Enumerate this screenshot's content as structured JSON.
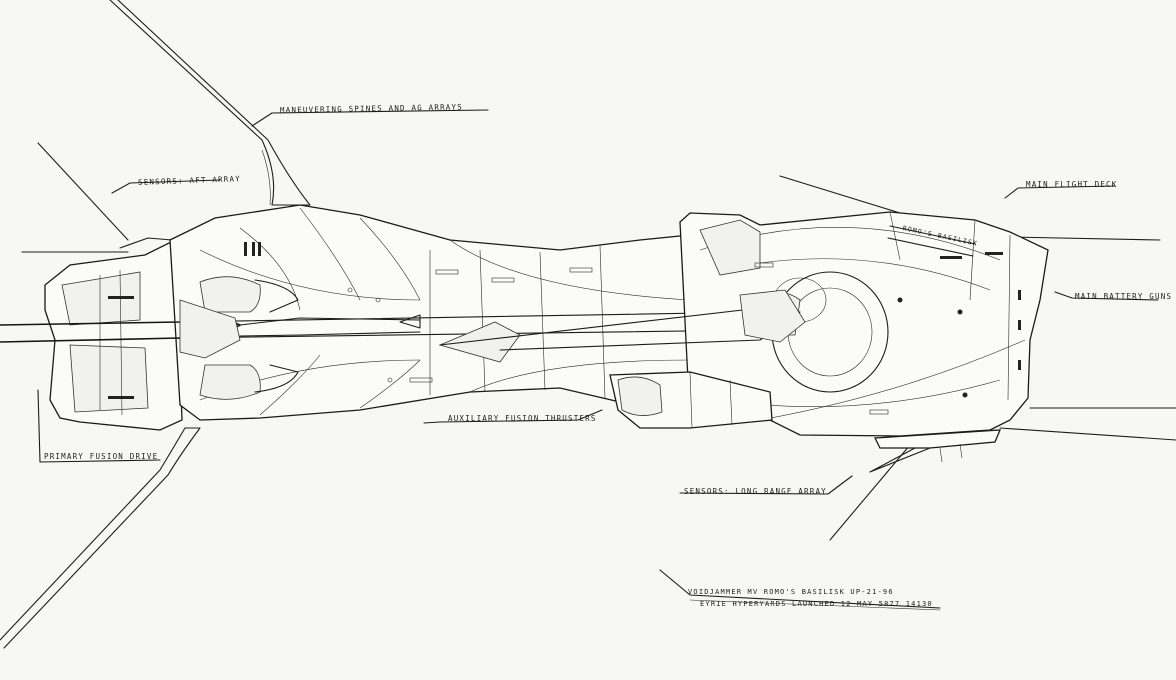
{
  "callouts": {
    "maneuvering": "MANEUVERING SPINES AND AG ARRAYS",
    "sensors_aft": "SENSORS: AFT ARRAY",
    "main_flight_deck": "MAIN FLIGHT DECK",
    "main_battery": "MAIN BATTERY GUNS",
    "aux_thrusters": "AUXILIARY FUSION THRUSTERS",
    "primary_drive": "PRIMARY FUSION DRIVE",
    "sensors_long": "SENSORS: LONG RANGE ARRAY"
  },
  "hull_marking": "ROMO'S BASILISK",
  "title_block": {
    "line1": "VOIDJAMMER    MV ROMO'S BASILISK    UP-21-96",
    "line2": "EYRIE HYPERYARDS   LAUNCHED 12 MAY 5877   14130"
  }
}
